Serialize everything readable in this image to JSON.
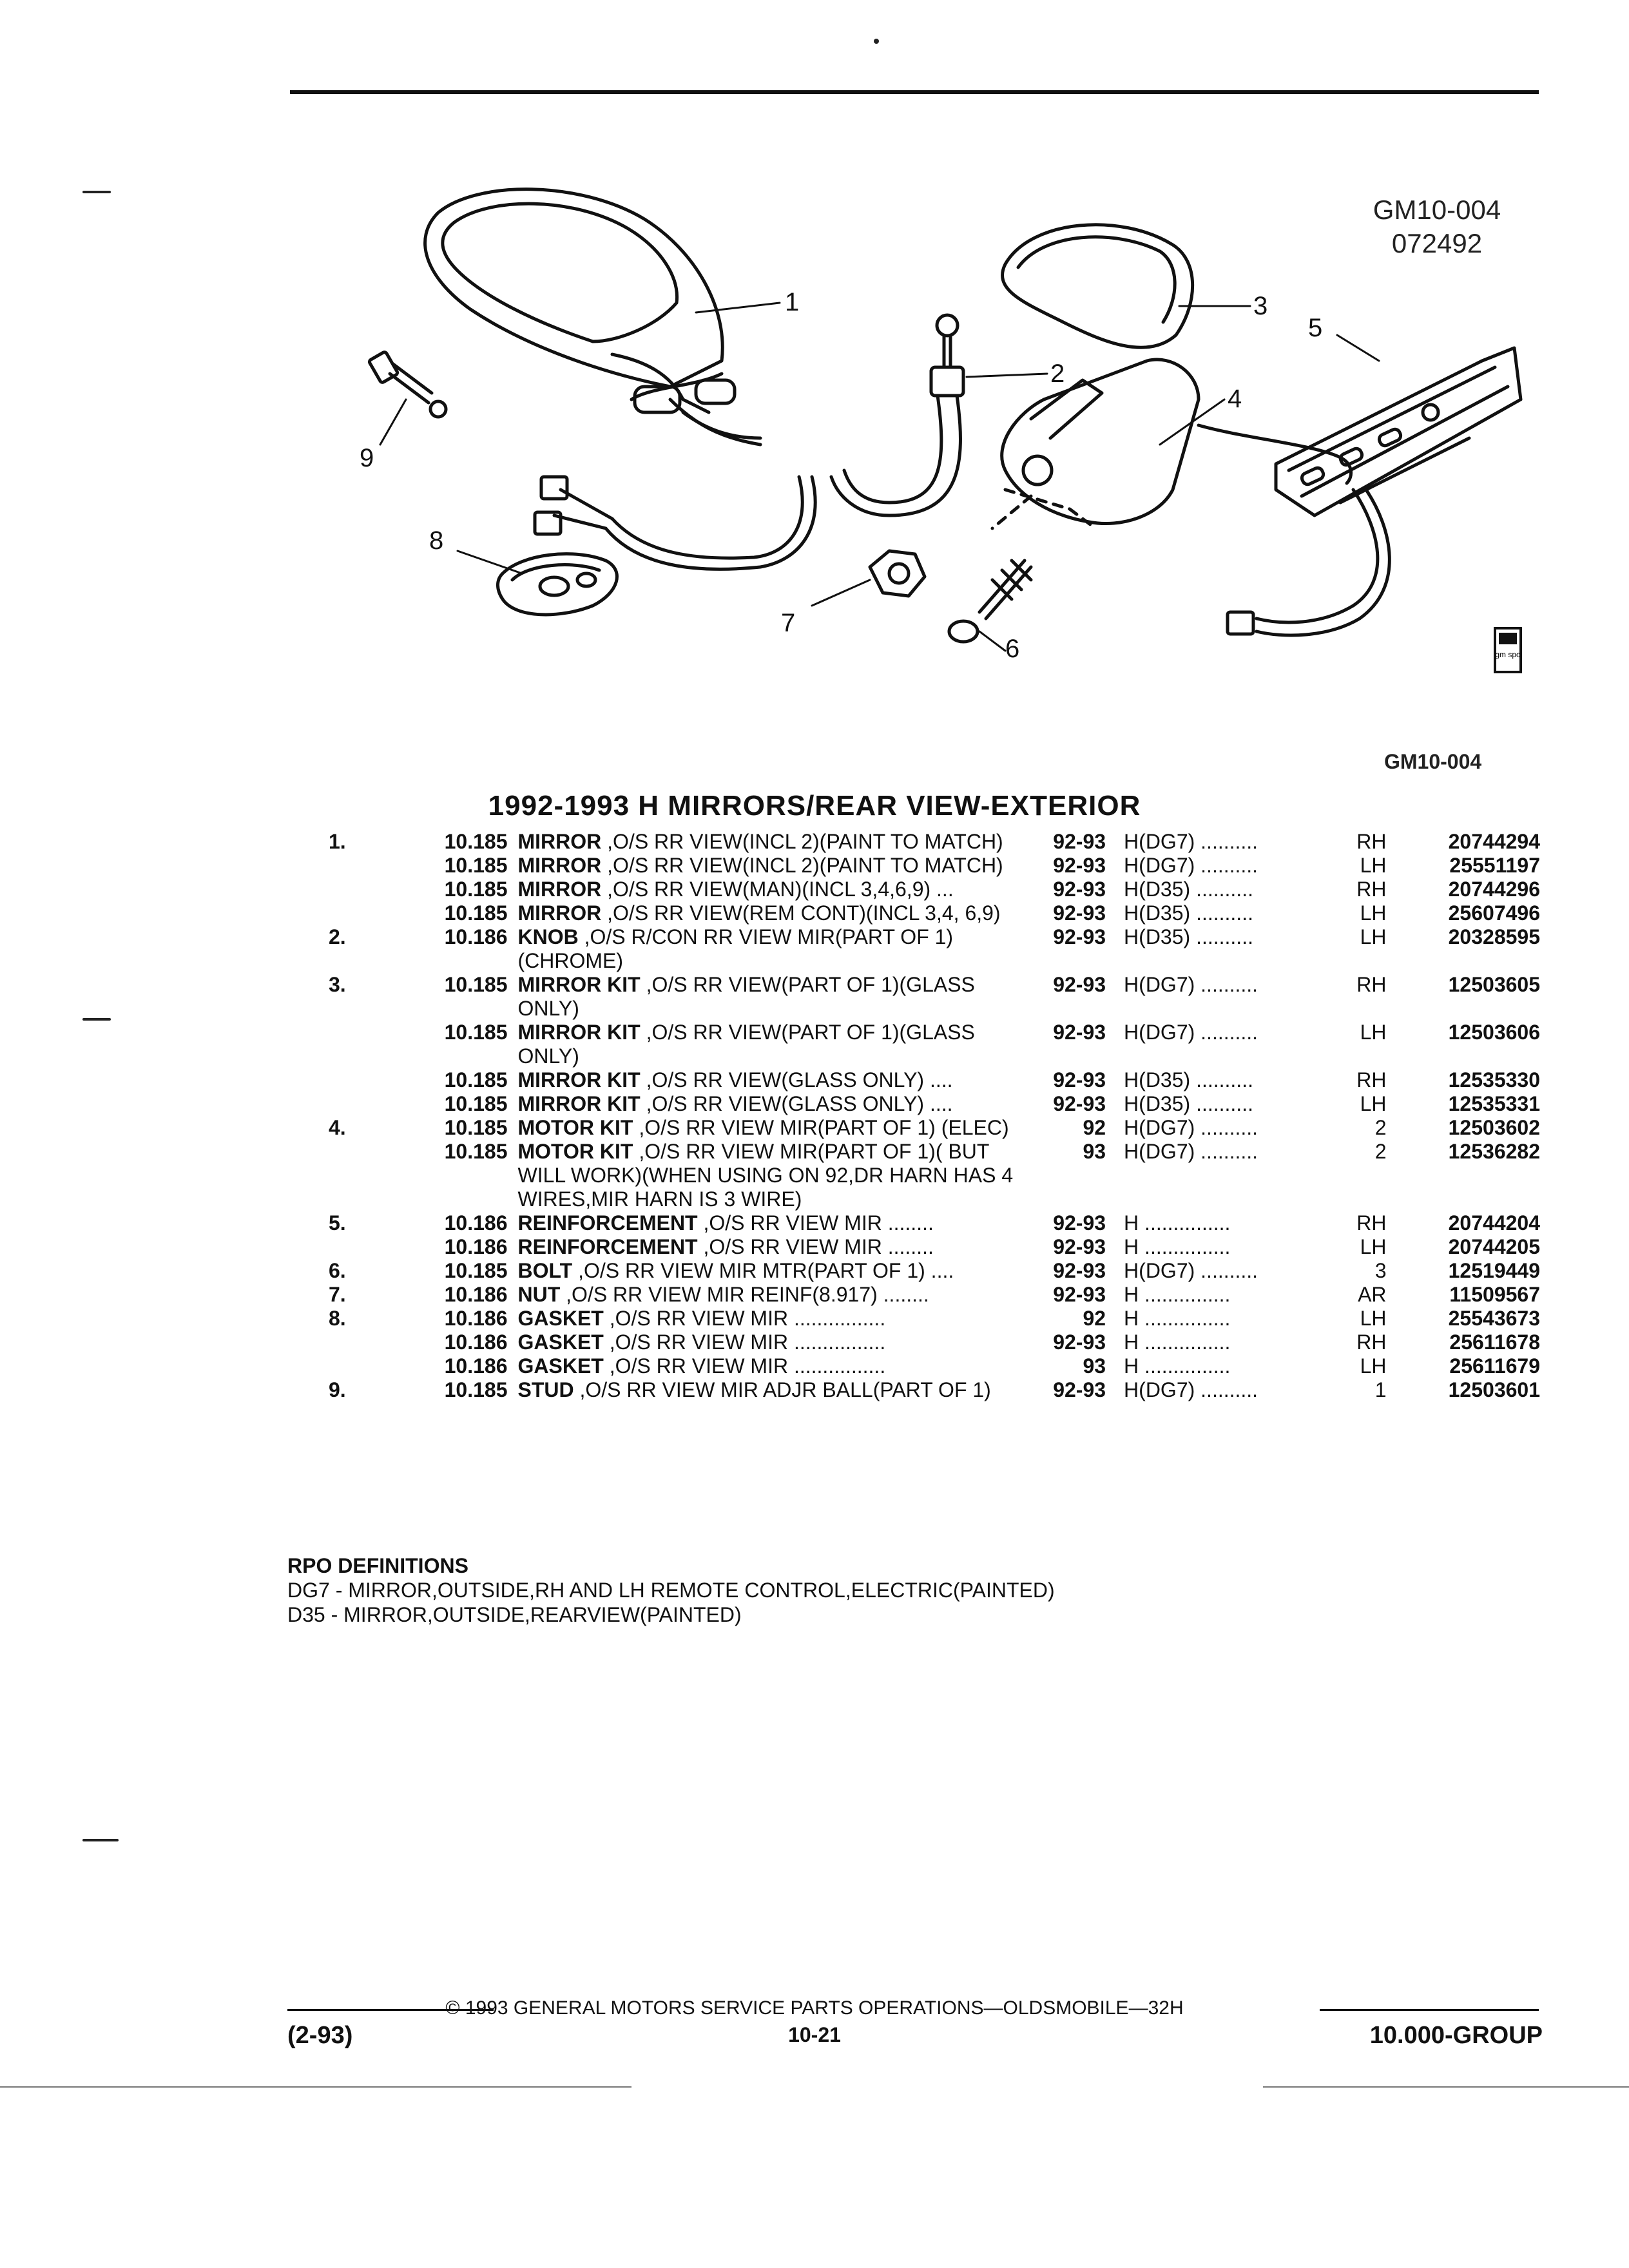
{
  "figure": {
    "code": "GM10-004",
    "date": "072492",
    "bottom_code": "GM10-004",
    "callouts": [
      "1",
      "2",
      "3",
      "4",
      "5",
      "6",
      "7",
      "8",
      "9"
    ],
    "logo_text": "gm spo"
  },
  "section_title": "1992-1993 H MIRRORS/REAR VIEW-EXTERIOR",
  "parts": [
    {
      "ref": "1.",
      "group": "10.185",
      "name": "MIRROR",
      "desc": ",O/S RR VIEW(INCL 2)(PAINT TO MATCH)",
      "years": "92-93",
      "model": "H(DG7) ..........",
      "qty": "RH",
      "part": "20744294"
    },
    {
      "ref": "",
      "group": "10.185",
      "name": "MIRROR",
      "desc": ",O/S RR VIEW(INCL 2)(PAINT TO MATCH)",
      "years": "92-93",
      "model": "H(DG7) ..........",
      "qty": "LH",
      "part": "25551197"
    },
    {
      "ref": "",
      "group": "10.185",
      "name": "MIRROR",
      "desc": ",O/S RR VIEW(MAN)(INCL 3,4,6,9) ...",
      "years": "92-93",
      "model": "H(D35) ..........",
      "qty": "RH",
      "part": "20744296"
    },
    {
      "ref": "",
      "group": "10.185",
      "name": "MIRROR",
      "desc": ",O/S RR VIEW(REM CONT)(INCL 3,4, 6,9)",
      "years": "92-93",
      "model": "H(D35) ..........",
      "qty": "LH",
      "part": "25607496"
    },
    {
      "ref": "2.",
      "group": "10.186",
      "name": "KNOB",
      "desc": ",O/S R/CON RR VIEW MIR(PART OF 1) (CHROME)",
      "years": "92-93",
      "model": "H(D35) ..........",
      "qty": "LH",
      "part": "20328595"
    },
    {
      "ref": "3.",
      "group": "10.185",
      "name": "MIRROR KIT",
      "desc": ",O/S RR VIEW(PART OF 1)(GLASS ONLY)",
      "years": "92-93",
      "model": "H(DG7) ..........",
      "qty": "RH",
      "part": "12503605"
    },
    {
      "ref": "",
      "group": "10.185",
      "name": "MIRROR KIT",
      "desc": ",O/S RR VIEW(PART OF 1)(GLASS ONLY)",
      "years": "92-93",
      "model": "H(DG7) ..........",
      "qty": "LH",
      "part": "12503606"
    },
    {
      "ref": "",
      "group": "10.185",
      "name": "MIRROR KIT",
      "desc": ",O/S RR VIEW(GLASS ONLY) ....",
      "years": "92-93",
      "model": "H(D35) ..........",
      "qty": "RH",
      "part": "12535330"
    },
    {
      "ref": "",
      "group": "10.185",
      "name": "MIRROR KIT",
      "desc": ",O/S RR VIEW(GLASS ONLY) ....",
      "years": "92-93",
      "model": "H(D35) ..........",
      "qty": "LH",
      "part": "12535331"
    },
    {
      "ref": "4.",
      "group": "10.185",
      "name": "MOTOR KIT",
      "desc": ",O/S RR VIEW MIR(PART OF 1) (ELEC)",
      "years": "92",
      "model": "H(DG7) ..........",
      "qty": "2",
      "part": "12503602"
    },
    {
      "ref": "",
      "group": "10.185",
      "name": "MOTOR KIT",
      "desc": ",O/S RR VIEW MIR(PART OF 1)( BUT WILL WORK)(WHEN USING ON 92,DR HARN HAS 4 WIRES,MIR HARN IS 3 WIRE)",
      "years": "93",
      "model": "H(DG7) ..........",
      "qty": "2",
      "part": "12536282"
    },
    {
      "ref": "5.",
      "group": "10.186",
      "name": "REINFORCEMENT",
      "desc": ",O/S RR VIEW MIR ........",
      "years": "92-93",
      "model": "H ...............",
      "qty": "RH",
      "part": "20744204"
    },
    {
      "ref": "",
      "group": "10.186",
      "name": "REINFORCEMENT",
      "desc": ",O/S RR VIEW MIR ........",
      "years": "92-93",
      "model": "H ...............",
      "qty": "LH",
      "part": "20744205"
    },
    {
      "ref": "6.",
      "group": "10.185",
      "name": "BOLT",
      "desc": ",O/S RR VIEW MIR MTR(PART OF 1) ....",
      "years": "92-93",
      "model": "H(DG7) ..........",
      "qty": "3",
      "part": "12519449"
    },
    {
      "ref": "7.",
      "group": "10.186",
      "name": "NUT",
      "desc": ",O/S RR VIEW MIR REINF(8.917) ........",
      "years": "92-93",
      "model": "H ...............",
      "qty": "AR",
      "part": "11509567"
    },
    {
      "ref": "8.",
      "group": "10.186",
      "name": "GASKET",
      "desc": ",O/S RR VIEW MIR ................",
      "years": "92",
      "model": "H ...............",
      "qty": "LH",
      "part": "25543673"
    },
    {
      "ref": "",
      "group": "10.186",
      "name": "GASKET",
      "desc": ",O/S RR VIEW MIR ................",
      "years": "92-93",
      "model": "H ...............",
      "qty": "RH",
      "part": "25611678"
    },
    {
      "ref": "",
      "group": "10.186",
      "name": "GASKET",
      "desc": ",O/S RR VIEW MIR ................",
      "years": "93",
      "model": "H ...............",
      "qty": "LH",
      "part": "25611679"
    },
    {
      "ref": "9.",
      "group": "10.185",
      "name": "STUD",
      "desc": ",O/S RR VIEW MIR ADJR BALL(PART OF 1)",
      "years": "92-93",
      "model": "H(DG7) ..........",
      "qty": "1",
      "part": "12503601"
    }
  ],
  "rpo": {
    "heading": "RPO DEFINITIONS",
    "lines": [
      "DG7 - MIRROR,OUTSIDE,RH AND LH REMOTE CONTROL,ELECTRIC(PAINTED)",
      "D35 - MIRROR,OUTSIDE,REARVIEW(PAINTED)"
    ]
  },
  "footer": {
    "left": "(2-93)",
    "center": "© 1993 GENERAL MOTORS SERVICE PARTS OPERATIONS—OLDSMOBILE—32H",
    "page": "10-21",
    "right": "10.000-GROUP"
  }
}
